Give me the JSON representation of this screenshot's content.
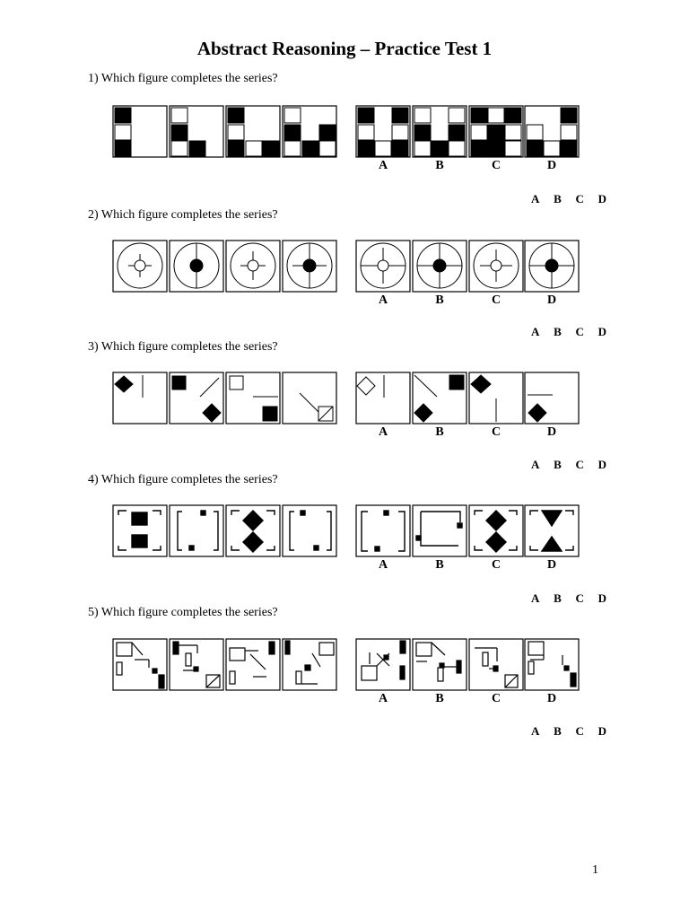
{
  "title": "Abstract Reasoning – Practice Test 1",
  "questions": [
    {
      "prompt": "1) Which figure completes the series?",
      "options": [
        "A",
        "B",
        "C",
        "D"
      ],
      "answers": [
        "A",
        "B",
        "C",
        "D"
      ]
    },
    {
      "prompt": "2) Which figure completes the series?",
      "options": [
        "A",
        "B",
        "C",
        "D"
      ],
      "answers": [
        "A",
        "B",
        "C",
        "D"
      ]
    },
    {
      "prompt": "3) Which figure completes the series?",
      "options": [
        "A",
        "B",
        "C",
        "D"
      ],
      "answers": [
        "A",
        "B",
        "C",
        "D"
      ]
    },
    {
      "prompt": "4) Which figure completes the series?",
      "options": [
        "A",
        "B",
        "C",
        "D"
      ],
      "answers": [
        "A",
        "B",
        "C",
        "D"
      ]
    },
    {
      "prompt": "5) Which figure completes the series?",
      "options": [
        "A",
        "B",
        "C",
        "D"
      ],
      "answers": [
        "A",
        "B",
        "C",
        "D"
      ]
    }
  ],
  "page_number": "1"
}
